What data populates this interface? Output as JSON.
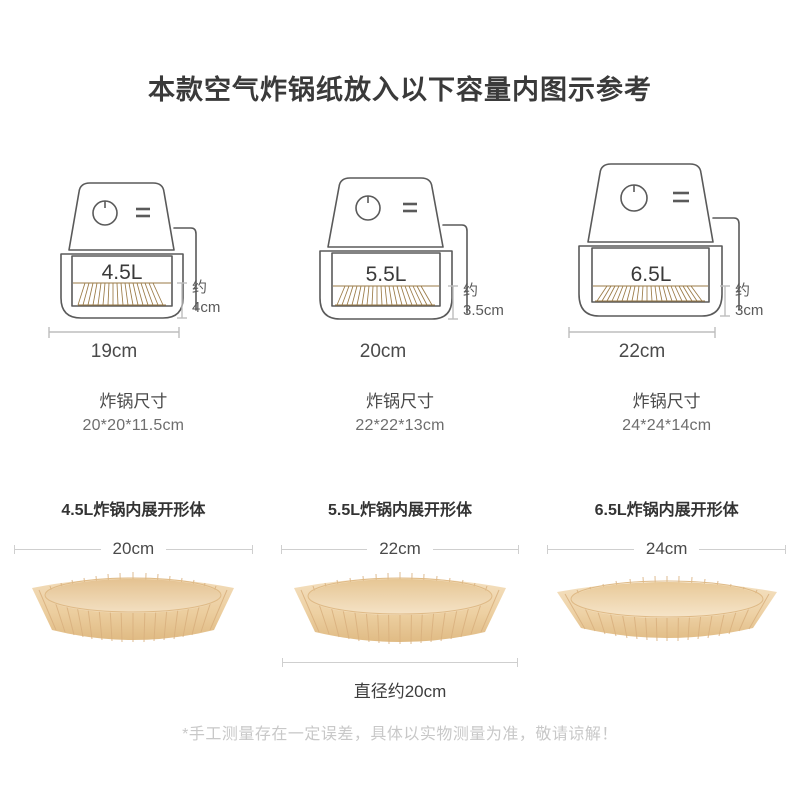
{
  "page": {
    "title": "本款空气炸锅纸放入以下容量内图示参考",
    "footer_note": "*手工测量存在一定误差，具体以实物测量为准，敬请谅解！",
    "background_color": "#ffffff",
    "line_color": "#5a5a5a",
    "paper_color": "#e8c79a"
  },
  "fryers": [
    {
      "capacity_label": "4.5L",
      "width_label": "19cm",
      "height_approx_prefix": "约",
      "height_label": "4cm",
      "spec_title": "炸锅尺寸",
      "spec_value": "20*20*11.5cm",
      "knob_icon": "dial-knob-icon",
      "vent_icon": "vent-lines-icon"
    },
    {
      "capacity_label": "5.5L",
      "width_label": "20cm",
      "height_approx_prefix": "约",
      "height_label": "3.5cm",
      "spec_title": "炸锅尺寸",
      "spec_value": "22*22*13cm",
      "knob_icon": "dial-knob-icon",
      "vent_icon": "vent-lines-icon"
    },
    {
      "capacity_label": "6.5L",
      "width_label": "22cm",
      "height_approx_prefix": "约",
      "height_label": "3cm",
      "spec_title": "炸锅尺寸",
      "spec_value": "24*24*14cm",
      "knob_icon": "dial-knob-icon",
      "vent_icon": "vent-lines-icon"
    }
  ],
  "liners": [
    {
      "heading": "4.5L炸锅内展开形体",
      "width_label": "20cm"
    },
    {
      "heading": "5.5L炸锅内展开形体",
      "width_label": "22cm"
    },
    {
      "heading": "6.5L炸锅内展开形体",
      "width_label": "24cm"
    }
  ],
  "diameter_note": {
    "label": "直径约20cm"
  }
}
